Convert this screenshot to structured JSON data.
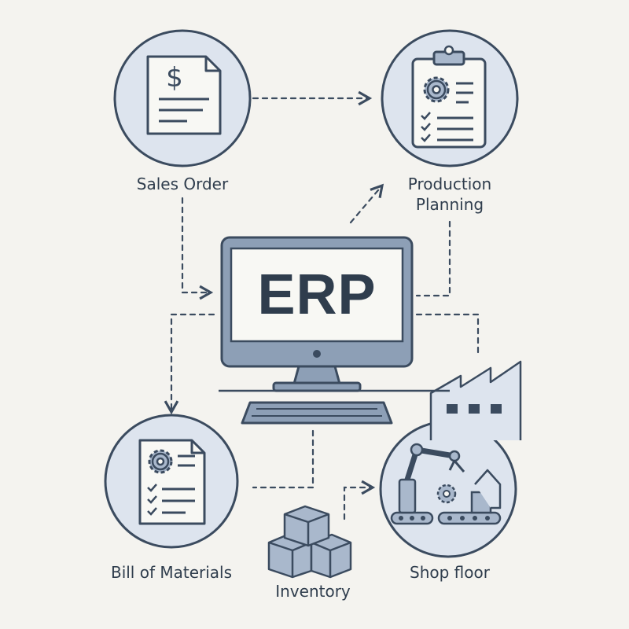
{
  "center": {
    "label": "ERP"
  },
  "nodes": {
    "sales_order": {
      "label": "Sales Order",
      "icon": "invoice-dollar-icon"
    },
    "production_planning": {
      "line1": "Production",
      "line2": "Planning",
      "icon": "clipboard-gear-icon"
    },
    "bill_of_materials": {
      "label": "Bill of Materials",
      "icon": "document-gear-checklist-icon"
    },
    "inventory": {
      "label": "Inventory",
      "icon": "stacked-boxes-icon"
    },
    "shop_floor": {
      "label": "Shop floor",
      "icon": "robot-arm-conveyor-icon"
    },
    "factory": {
      "icon": "factory-icon"
    }
  },
  "colors": {
    "background": "#f4f3ef",
    "stroke": "#3b4b5f",
    "fill_light": "#dde4ee",
    "fill_mid": "#a9b8cc",
    "screen": "#f8f8f4"
  }
}
